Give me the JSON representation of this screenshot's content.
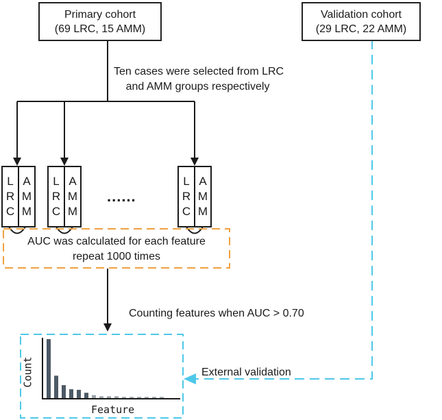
{
  "primary": {
    "line1": "Primary cohort",
    "line2": "(69 LRC, 15 AMM)"
  },
  "validation": {
    "line1": "Validation cohort",
    "line2": "(29 LRC, 22 AMM)"
  },
  "selection_note": {
    "line1": "Ten cases were selected from LRC",
    "line2": "and AMM groups respectively"
  },
  "groups": [
    {
      "left": [
        "L",
        "R",
        "C"
      ],
      "right": [
        "A",
        "M",
        "M"
      ]
    },
    {
      "left": [
        "L",
        "R",
        "C"
      ],
      "right": [
        "A",
        "M",
        "M"
      ]
    },
    {
      "left": [
        "L",
        "R",
        "C"
      ],
      "right": [
        "A",
        "M",
        "M"
      ]
    }
  ],
  "ellipsis": "......",
  "auc_box": {
    "line1": "AUC was calculated for each feature",
    "line2": "repeat 1000 times"
  },
  "counting_note": "Counting features when AUC > 0.70",
  "external_validation": "External validation",
  "histogram": {
    "ylabel": "Count",
    "xlabel": "Feature",
    "bars": [
      1.0,
      0.38,
      0.22,
      0.15,
      0.14,
      0.09,
      0.05,
      0.03,
      0.03,
      0.03,
      0.02,
      0.02,
      0.02,
      0.02,
      0.02,
      0.02
    ]
  },
  "colors": {
    "line": "#1a1a1a",
    "orange": "#f0a040",
    "cyan": "#4ec8e8",
    "bar": "#4d5a66",
    "bar_light": "#9aa3aa"
  }
}
